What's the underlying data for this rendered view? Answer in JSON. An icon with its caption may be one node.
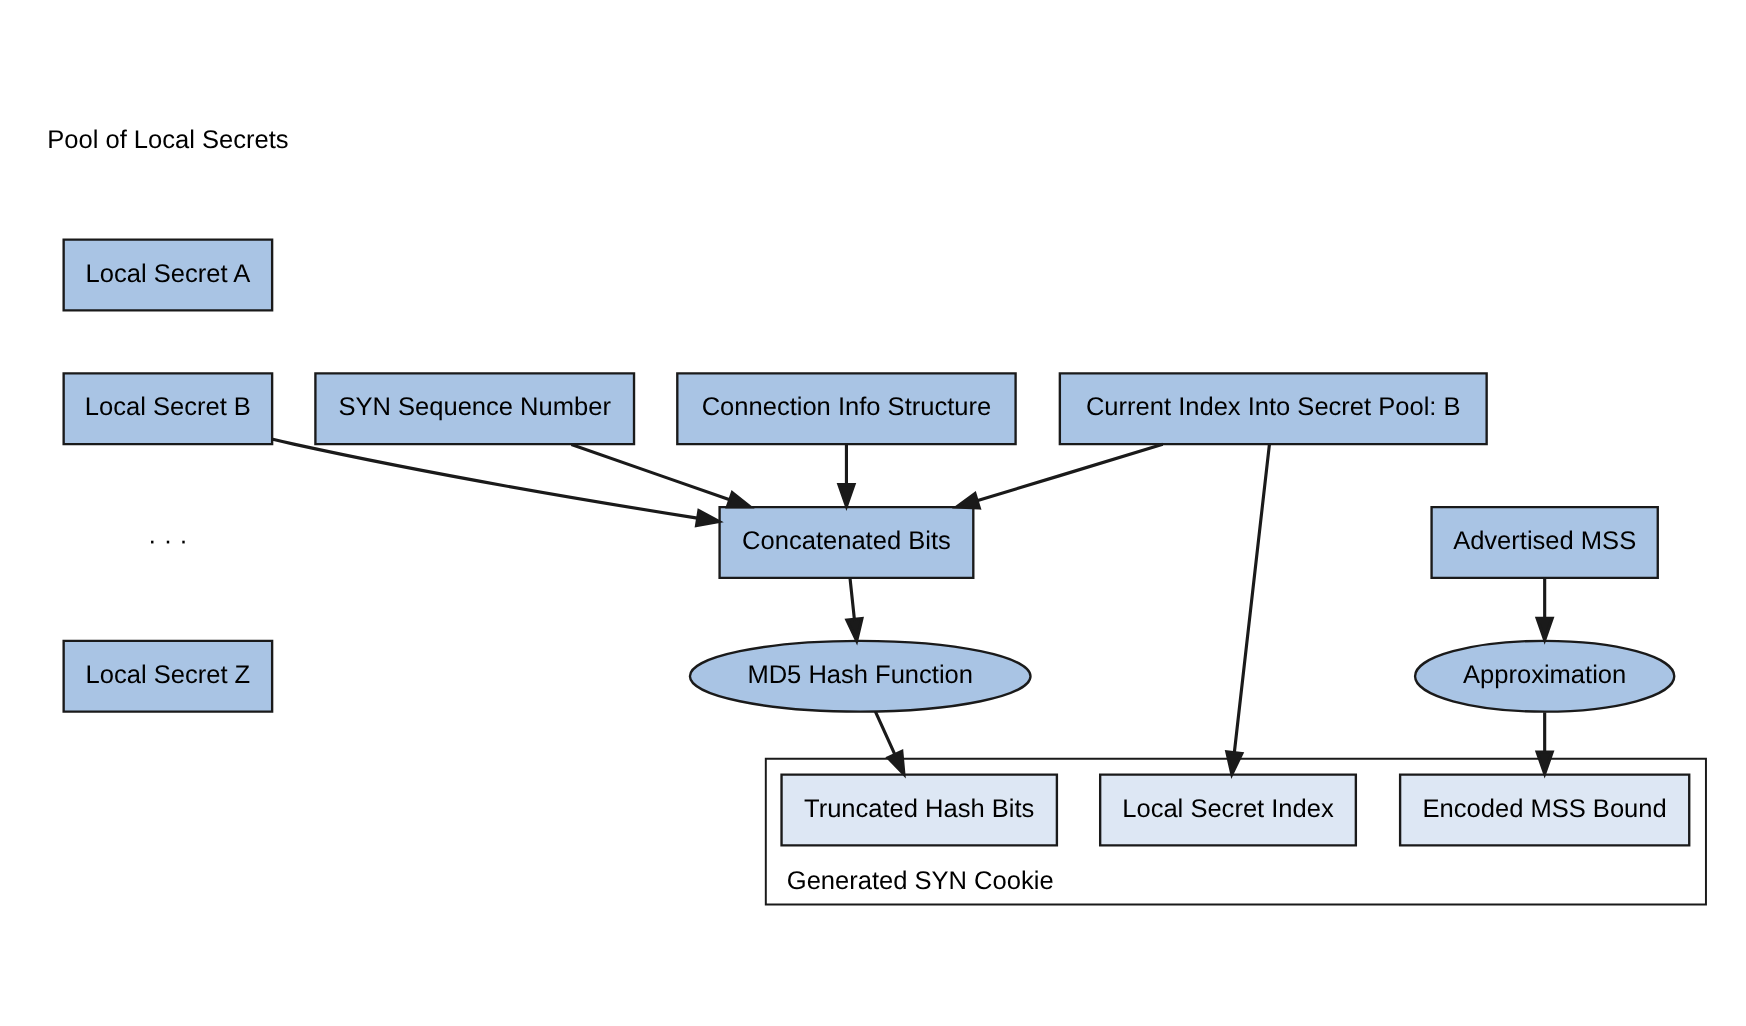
{
  "diagram": {
    "nodes": [
      {
        "text": [
          "SYN Sequence Number"
        ]
      },
      {
        "text": [
          "Connection Info Structure"
        ]
      },
      {
        "text": [
          "Current Index Into Secret Pool: B"
        ]
      },
      {
        "text": [
          "Local Secret A"
        ]
      },
      {
        "text": [
          "Local Secret B"
        ]
      },
      {
        "text": [
          "Local Secret Z"
        ]
      },
      {
        "text": [
          "Concatenated Bits"
        ]
      },
      {
        "text": [
          "Advertised MSS"
        ]
      },
      {
        "text": [
          "MD5 Hash Function"
        ]
      },
      {
        "text": [
          "Approximation"
        ]
      },
      {
        "text": [
          "Generated SYN Cookie"
        ]
      },
      {
        "text": [
          "Truncated Hash Bits"
        ],
        "in": 10
      },
      {
        "text": [
          "Encoded MSS Bound"
        ],
        "in": 10
      },
      {
        "text": [
          "Local Secret Index"
        ],
        "in": 10
      }
    ],
    "edges": [
      {
        "from": 4,
        "to": 6,
        "arrow": "to"
      },
      {
        "from": 1,
        "to": 6,
        "arrow": "to"
      },
      {
        "from": 0,
        "to": 6,
        "arrow": "to"
      },
      {
        "from": 2,
        "to": 6,
        "arrow": "to"
      },
      {
        "from": 2,
        "to": 13,
        "arrow": "to"
      },
      {
        "from": 6,
        "to": 8,
        "arrow": "to"
      },
      {
        "from": 8,
        "to": 11,
        "arrow": "to"
      },
      {
        "from": 7,
        "to": 9,
        "arrow": "to"
      },
      {
        "from": 9,
        "to": 12,
        "arrow": "to"
      }
    ],
    "labels": [
      "Pool of Local Secrets",
      "· · ·"
    ]
  }
}
